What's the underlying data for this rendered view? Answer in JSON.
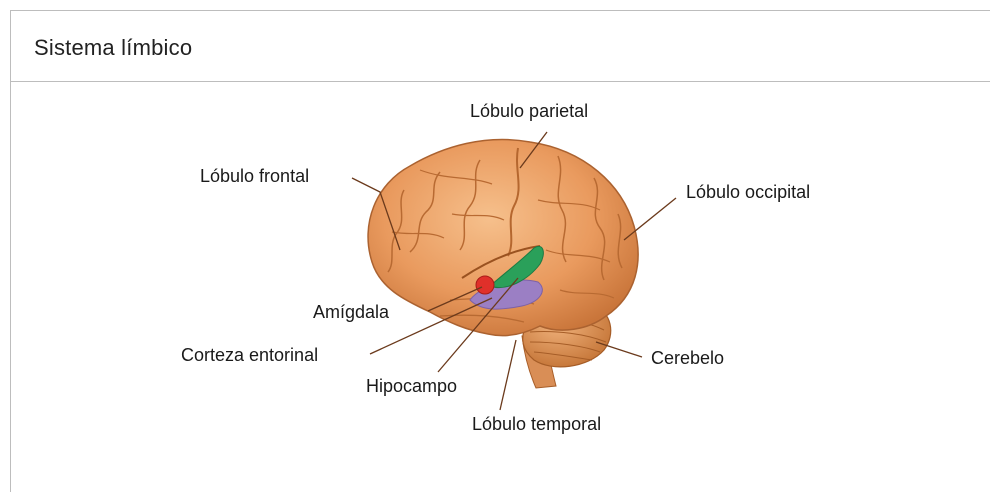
{
  "panel": {
    "title": "Sistema límbico"
  },
  "diagram": {
    "labels": {
      "parietal": "Lóbulo parietal",
      "frontal": "Lóbulo frontal",
      "occipital": "Lóbulo occipital",
      "amygdala": "Amígdala",
      "entorhinal": "Corteza entorinal",
      "cerebellum": "Cerebelo",
      "hippocampus": "Hipocampo",
      "temporal": "Lóbulo temporal"
    },
    "colors": {
      "cortex": "#e8a064",
      "cortex_dark": "#b8652c",
      "cerebellum": "#d88f58",
      "amygdala": "#e0302a",
      "hippocampus": "#2aa05a",
      "entorhinal": "#9b7fc4"
    }
  }
}
